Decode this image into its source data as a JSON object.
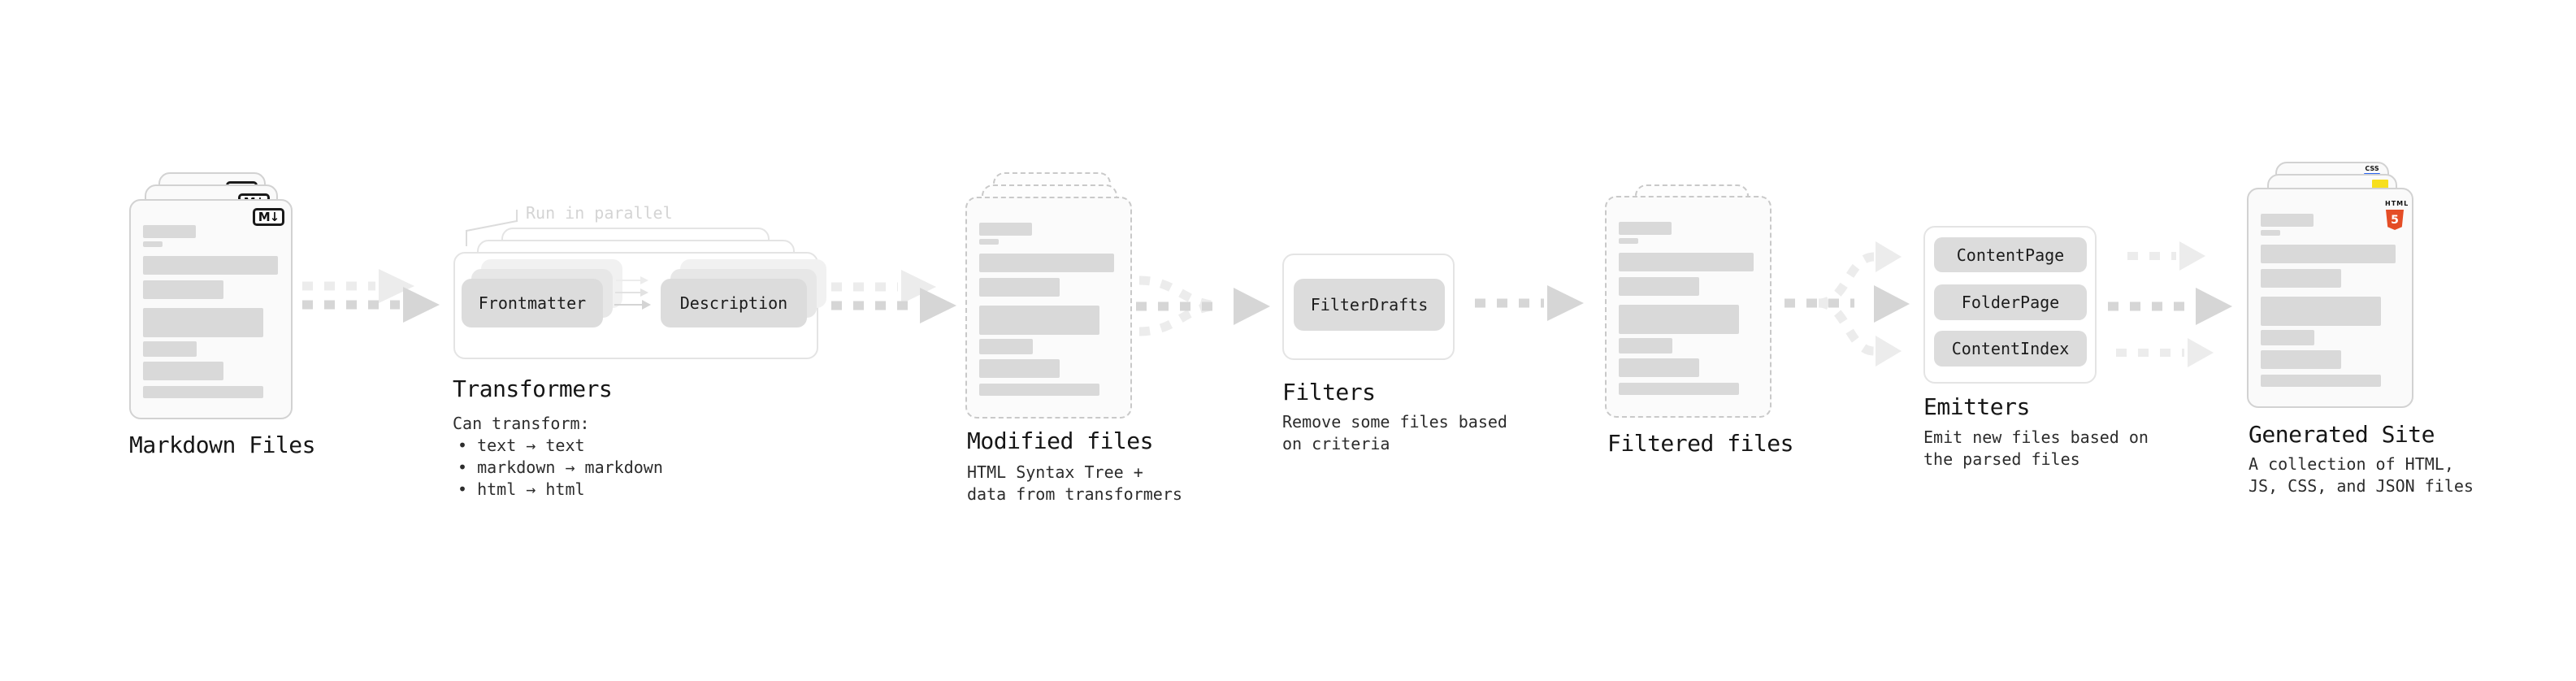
{
  "stages": {
    "markdown": {
      "label": "Markdown Files",
      "file_icon": "M↓"
    },
    "transformers": {
      "label": "Transformers",
      "annotation": "Run in parallel",
      "nodes": {
        "frontmatter": "Frontmatter",
        "description": "Description"
      },
      "desc_title": "Can transform:",
      "bullets": [
        "• text → text",
        "• markdown → markdown",
        "• html → html"
      ]
    },
    "modified": {
      "label": "Modified files",
      "desc": [
        "HTML Syntax Tree +",
        "data from transformers"
      ]
    },
    "filters": {
      "label": "Filters",
      "nodes": {
        "filter_drafts": "FilterDrafts"
      },
      "desc": [
        "Remove some files based",
        "on criteria"
      ]
    },
    "filtered": {
      "label": "Filtered files"
    },
    "emitters": {
      "label": "Emitters",
      "nodes": {
        "content_page": "ContentPage",
        "folder_page": "FolderPage",
        "content_index": "ContentIndex"
      },
      "desc": [
        "Emit new files based on",
        "the parsed files"
      ]
    },
    "generated": {
      "label": "Generated Site",
      "desc": [
        "A collection of HTML,",
        "JS, CSS, and JSON files"
      ],
      "badges": {
        "css": "CSS",
        "html_label": "HTML",
        "html_number": "5"
      }
    }
  },
  "colors": {
    "arrow": "#d6d6d6",
    "arrow_light": "#ececec",
    "placeholder_bar": "#d9d9d9",
    "css_blue": "#2965f1",
    "js_yellow": "#f7df1e",
    "html5_orange": "#e44d26"
  }
}
